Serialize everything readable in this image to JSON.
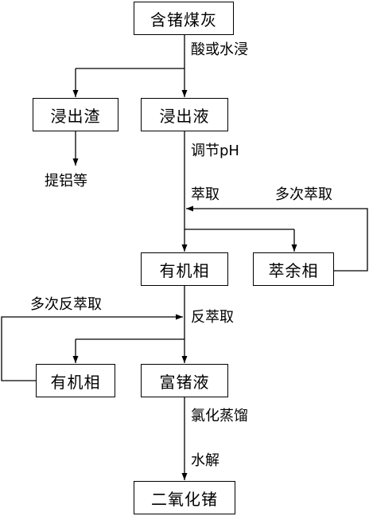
{
  "nodes": {
    "coal_ash": "含锗煤灰",
    "leach_residue": "浸出渣",
    "leach_solution": "浸出液",
    "organic_phase_1": "有机相",
    "raffinate": "萃余相",
    "organic_phase_2": "有机相",
    "ge_rich_solution": "富锗液",
    "germanium_dioxide": "二氧化锗"
  },
  "steps": {
    "acid_or_water_leach": "酸或水浸",
    "adjust_ph": "调节pH",
    "aluminum_extraction": "提铝等",
    "extraction": "萃取",
    "multiple_extraction": "多次萃取",
    "multiple_back_extraction": "多次反萃取",
    "back_extraction": "反萃取",
    "chlorination_distillation": "氯化蒸馏",
    "hydrolysis": "水解"
  }
}
